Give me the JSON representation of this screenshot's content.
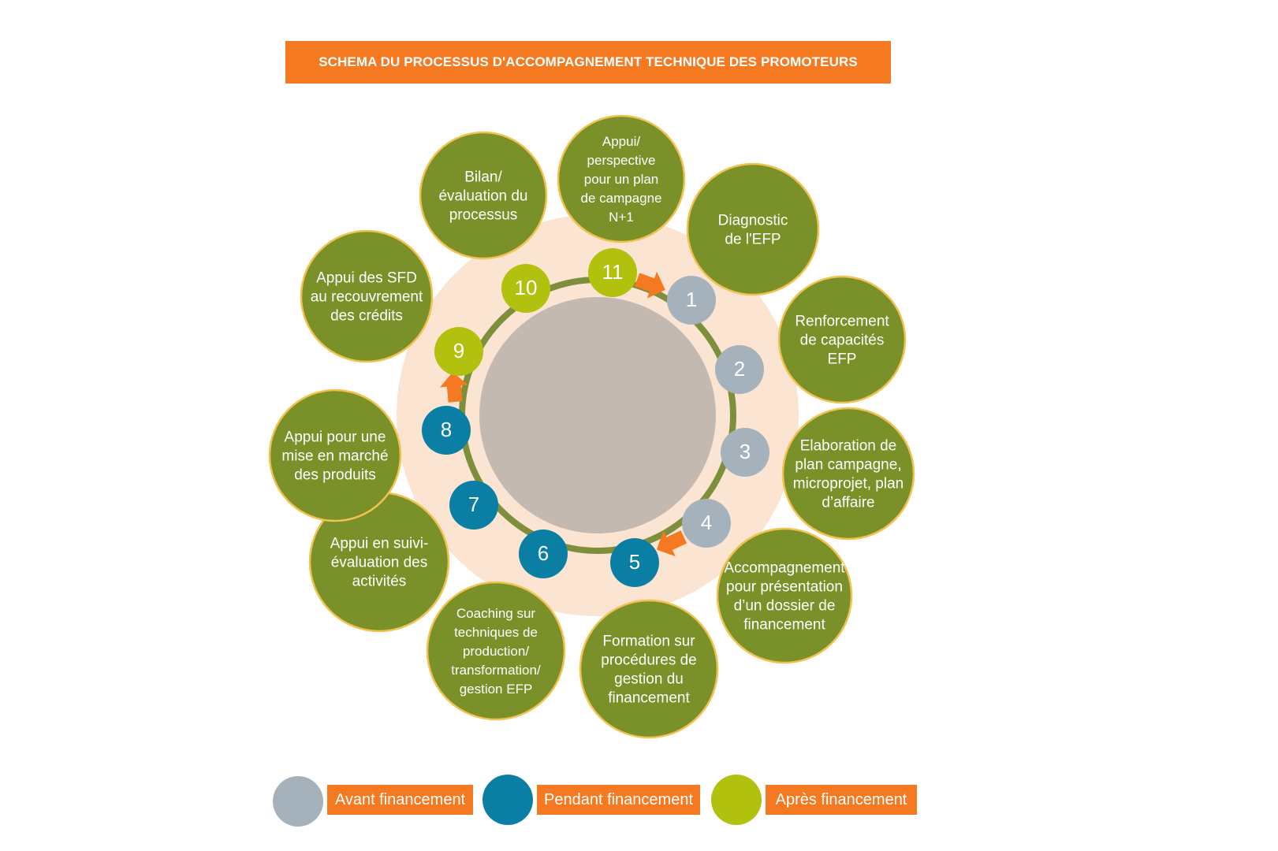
{
  "title": "SCHEMA DU PROCESSUS D'ACCOMPAGNEMENT TECHNIQUE DES PROMOTEURS",
  "colors": {
    "avant": "#a5b2bb",
    "pendant": "#0a7fa3",
    "apres": "#b2c10d",
    "step_bubble": "#7a9129",
    "bubble_border": "#f2c14e",
    "accent": "#f47920",
    "halo": "#fbe4d2",
    "ring": "#7d8f3a",
    "center": "#c4b9b1"
  },
  "steps": [
    {
      "number": "1",
      "phase": "avant",
      "lines": [
        "Diagnostic",
        "de l'EFP"
      ]
    },
    {
      "number": "2",
      "phase": "avant",
      "lines": [
        "Renforcement",
        "de capacités",
        "EFP"
      ]
    },
    {
      "number": "3",
      "phase": "avant",
      "lines": [
        "Elaboration de",
        "plan campagne,",
        "microprojet, plan",
        "d’affaire"
      ]
    },
    {
      "number": "4",
      "phase": "avant",
      "lines": [
        "Accompagnement",
        "pour présentation",
        "d’un dossier de",
        "financement"
      ]
    },
    {
      "number": "5",
      "phase": "pendant",
      "lines": [
        "Formation sur",
        "procédures de",
        "gestion du",
        "financement"
      ]
    },
    {
      "number": "6",
      "phase": "pendant",
      "lines": [
        "Coaching sur",
        "techniques de",
        "production/",
        "transformation/",
        "gestion EFP"
      ]
    },
    {
      "number": "7",
      "phase": "pendant",
      "lines": [
        "Appui en suivi-",
        "évaluation des",
        "activités"
      ]
    },
    {
      "number": "8",
      "phase": "pendant",
      "lines": [
        "Appui pour une",
        "mise en marché",
        "des produits"
      ]
    },
    {
      "number": "9",
      "phase": "apres",
      "lines": [
        "Appui des SFD",
        "au recouvrement",
        "des crédits"
      ]
    },
    {
      "number": "10",
      "phase": "apres",
      "lines": [
        "Bilan/",
        "évaluation du",
        "processus"
      ]
    },
    {
      "number": "11",
      "phase": "apres",
      "lines": [
        "Appui/",
        "perspective",
        "pour un plan",
        "de campagne",
        "N+1"
      ]
    }
  ],
  "legend": [
    {
      "phase": "avant",
      "label": "Avant financement"
    },
    {
      "phase": "pendant",
      "label": "Pendant financement"
    },
    {
      "phase": "apres",
      "label": "Après financement"
    }
  ]
}
